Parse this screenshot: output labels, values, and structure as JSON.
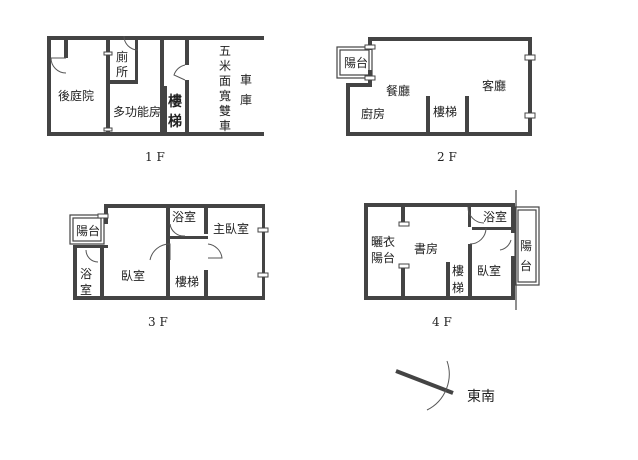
{
  "floor1": {
    "label": "1 F",
    "rooms": {
      "backyard": "後庭院",
      "wc": [
        "廁",
        "所"
      ],
      "multipurpose": "多功能房",
      "stairs": [
        "樓",
        "梯"
      ],
      "frontage": [
        "五",
        "米",
        "面",
        "寬",
        "雙",
        "車"
      ],
      "garage": [
        "車",
        "庫"
      ]
    }
  },
  "floor2": {
    "label": "2 F",
    "rooms": {
      "balcony": "陽台",
      "dining": "餐廳",
      "living": "客廳",
      "kitchen": "廚房",
      "stairs": "樓梯"
    }
  },
  "floor3": {
    "label": "3 F",
    "rooms": {
      "balcony": "陽台",
      "bath_small": "浴室",
      "master_bedroom": "主臥室",
      "bath_left": [
        "浴",
        "室"
      ],
      "bedroom": "臥室",
      "stairs": "樓梯"
    }
  },
  "floor4": {
    "label": "4 F",
    "rooms": {
      "drying_balcony": [
        "曬衣",
        "陽台"
      ],
      "study": "書房",
      "bath": "浴室",
      "stairs": [
        "樓",
        "梯"
      ],
      "bedroom": "臥室",
      "balcony": [
        "陽",
        "台"
      ]
    }
  },
  "compass": {
    "direction": "東南"
  }
}
